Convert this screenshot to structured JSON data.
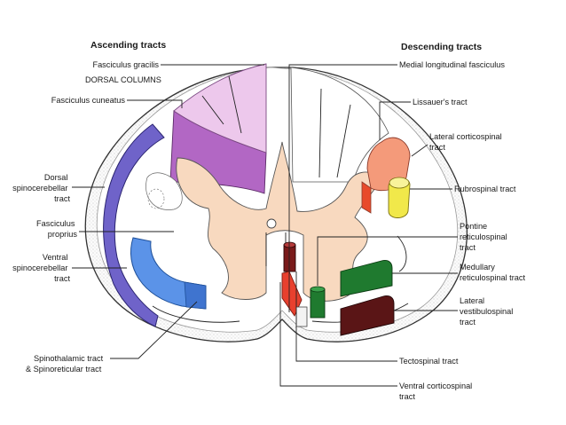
{
  "ascending": {
    "header": "Ascending tracts",
    "fasciculus_gracilis": "Fasciculus gracilis",
    "dorsal_columns": "DORSAL COLUMNS",
    "fasciculus_cuneatus": "Fasciculus cuneatus",
    "dorsal_spinocerebellar": [
      "Dorsal",
      "spinocerebellar",
      "tract"
    ],
    "fasciculus_proprius": [
      "Fasciculus",
      "proprius"
    ],
    "ventral_spinocerebellar": [
      "Ventral",
      "spinocerebellar",
      "tract"
    ],
    "spinothalamic": [
      "Spinothalamic tract",
      "& Spinoreticular tract"
    ]
  },
  "descending": {
    "header": "Descending tracts",
    "mlf": "Medial longitudinal fasciculus",
    "lissauer": "Lissauer's tract",
    "lateral_corticospinal": [
      "Lateral corticospinal",
      "tract"
    ],
    "rubrospinal": "Rubrospinal tract",
    "pontine_reticulospinal": [
      "Pontine",
      "reticulospinal",
      "tract"
    ],
    "medullary_reticulospinal": [
      "Medullary",
      "reticulospinal tract"
    ],
    "lateral_vestibulospinal": [
      "Lateral",
      "vestibulospinal",
      "tract"
    ],
    "tectospinal": "Tectospinal tract",
    "ventral_corticospinal": [
      "Ventral corticospinal",
      "tract"
    ]
  },
  "colors": {
    "gray_matter": "#f8d9bf",
    "gracilis": "#edc8ec",
    "cuneatus": "#b267c4",
    "dorsal_spinocerebellar": "#6f63c9",
    "ventral_spinocerebellar": "#5b93e8",
    "lateral_corticospinal": "#f49a7a",
    "rubrospinal": "#f1e84a",
    "reticulospinal": "#1f7a2f",
    "vestibulospinal": "#5a1516",
    "tectospinal": "#7a1a1a",
    "ventral_corticospinal": "#e8402e"
  }
}
